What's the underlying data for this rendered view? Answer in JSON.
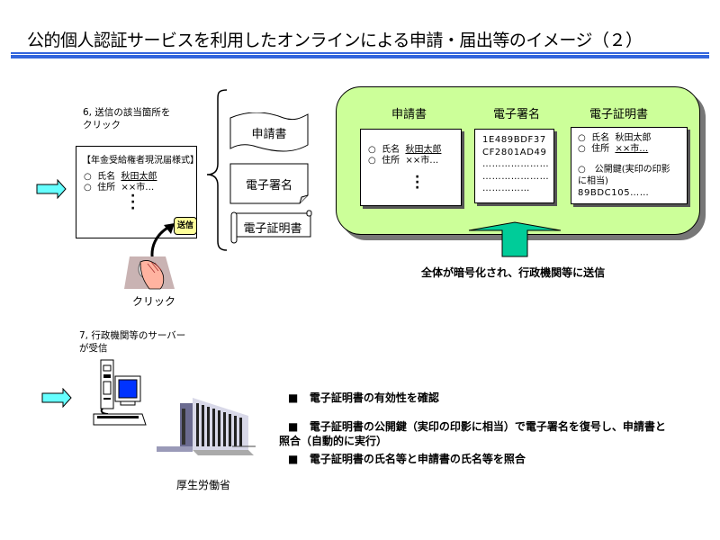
{
  "title": "公的個人認証サービスを利用したオンラインによる申請・届出等のイメージ（２）",
  "colors": {
    "title_rule": "#3366dd",
    "panel_green": "#ccff99",
    "upload_arrow": "#00cc99",
    "cyan_arrow": "#66ffff",
    "send_button": "#ffff99",
    "monitor_screen": "#0000ff"
  },
  "step6": {
    "line1": "6, 送信の該当箇所を",
    "line2": "クリック",
    "form": {
      "title": "【年金受給権者現況届様式】",
      "rows": [
        {
          "bullet": "○",
          "label": "氏名",
          "value": "秋田太郎"
        },
        {
          "bullet": "○",
          "label": "住所",
          "value": "××市…"
        }
      ],
      "ellipsis": "⋮",
      "send_button": "送信"
    },
    "click_label": "クリック",
    "icons": [
      "arrow-right-icon",
      "mouse-hand-icon",
      "curved-arrow-icon"
    ]
  },
  "documents": [
    {
      "label": "申請書",
      "shape": "wave-document"
    },
    {
      "label": "電子署名",
      "shape": "folded-card"
    },
    {
      "label": "電子証明書",
      "shape": "scroll"
    }
  ],
  "panel": {
    "columns": [
      {
        "heading": "申請書",
        "lines": [
          {
            "bullet": "○",
            "label": "氏名",
            "value": "秋田太郎"
          },
          {
            "bullet": "○",
            "label": "住所",
            "value": "××市…"
          }
        ],
        "ellipsis": "⋮"
      },
      {
        "heading": "電子署名",
        "lines": [
          "1E489BDF37",
          "CF2801AD49",
          "…………………",
          "…………………",
          "……………"
        ]
      },
      {
        "heading": "電子証明書",
        "lines": [
          {
            "bullet": "○",
            "label": "氏名",
            "value": "秋田太郎"
          },
          {
            "bullet": "○",
            "label": "住所",
            "value": "××市…"
          }
        ],
        "key_line1": "○　公開鍵(実印の印影",
        "key_line2": "に相当)",
        "key_value": "89BDC105……"
      }
    ],
    "arrow_caption": "全体が暗号化され、行政機関等に送信"
  },
  "step7": {
    "line1": "7, 行政機関等のサーバー",
    "line2": "が受信",
    "building_label": "厚生労働省",
    "icons": [
      "arrow-right-icon",
      "computer-icon",
      "building-icon"
    ]
  },
  "checks": [
    {
      "bullet": "■",
      "text": "電子証明書の有効性を確認"
    },
    {
      "bullet": "■",
      "text": "電子証明書の公開鍵（実印の印影に相当）で電子署名を復号し、申請書と",
      "cont": "照合（自動的に実行）"
    },
    {
      "bullet": "■",
      "text": "電子証明書の氏名等と申請書の氏名等を照合"
    }
  ]
}
